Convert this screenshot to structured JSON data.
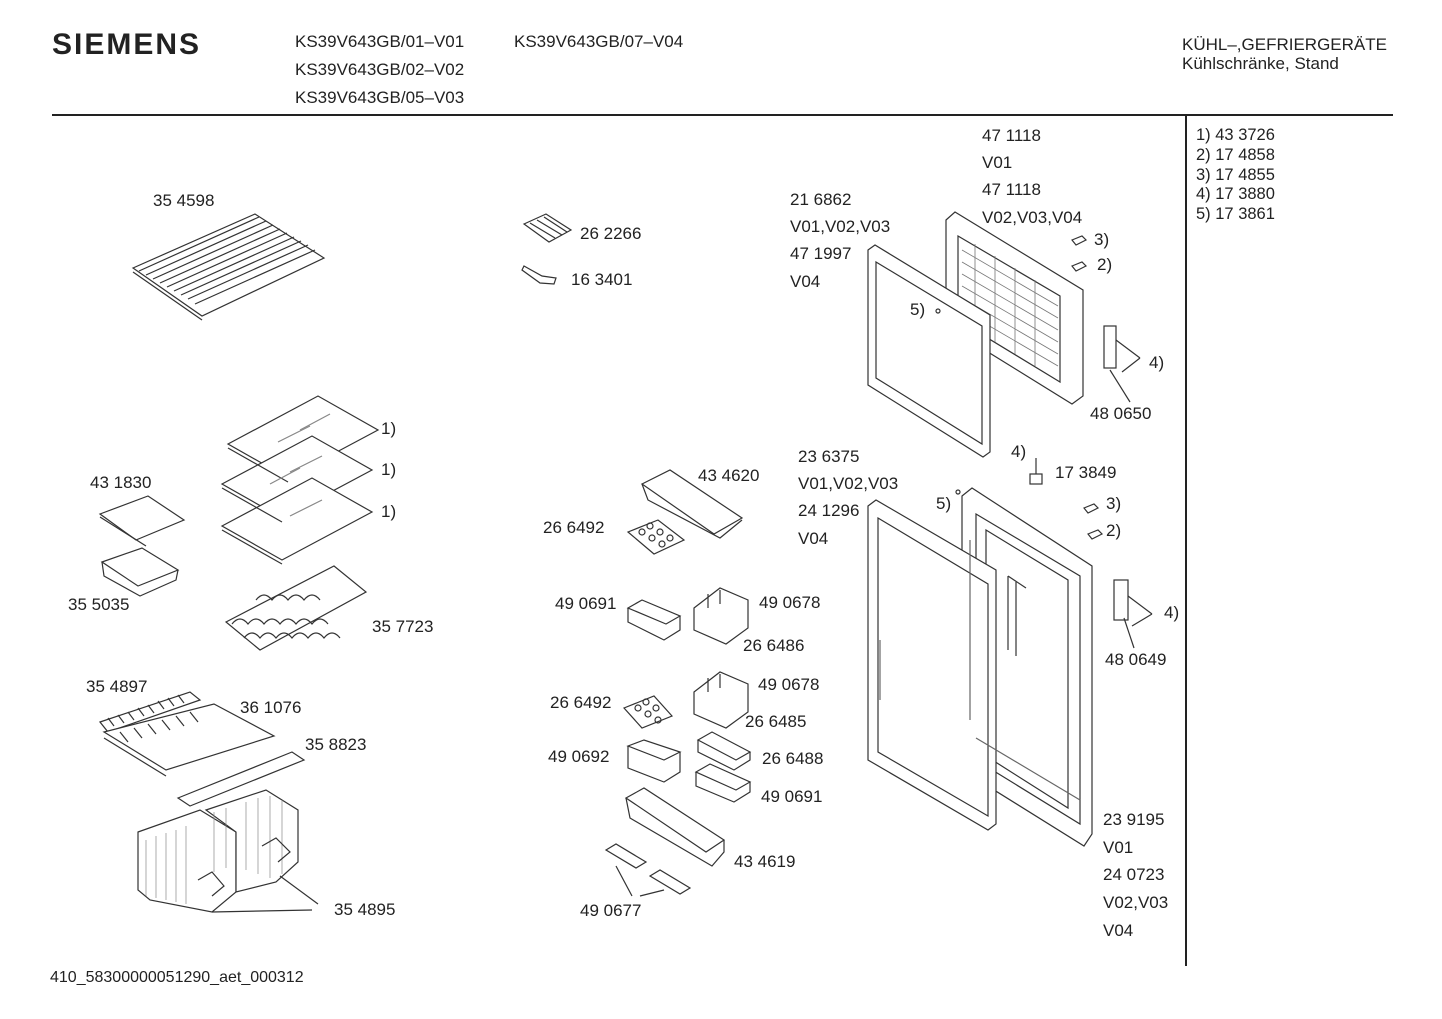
{
  "header": {
    "brand": "SIEMENS",
    "models": [
      "KS39V643GB/01–V01",
      "KS39V643GB/02–V02",
      "KS39V643GB/05–V03",
      "KS39V643GB/07–V04"
    ],
    "category_line1": "KÜHL–,GEFRIERGERÄTE",
    "category_line2": "Kühlschränke, Stand"
  },
  "legend": [
    "1) 43 3726",
    "2) 17 4858",
    "3) 17 4855",
    "4) 17 3880",
    "5) 17 3861"
  ],
  "labels": {
    "wire_shelf": "35 4598",
    "ice_tray": "26 2266",
    "scoop": "16 3401",
    "fz_gasket_a": "21 6862",
    "fz_gasket_a_var": "V01,V02,V03",
    "fz_gasket_b": "47 1997",
    "fz_gasket_b_var": "V04",
    "fz_door_a": "47 1118",
    "fz_door_a_var": "V01",
    "fz_door_b": "47 1118",
    "fz_door_b_var": "V02,V03,V04",
    "fz_ref3": "3)",
    "fz_ref2": "2)",
    "fz_ref5": "5)",
    "fz_ref4": "4)",
    "fz_hinge": "48 0650",
    "glass_ref_1": "1)",
    "glass_ref_2": "1)",
    "glass_ref_3": "1)",
    "chill_cover": "43 1830",
    "chill_tray": "35 5035",
    "bottle_rack": "35 7723",
    "vent_strip": "35 4897",
    "crisper_shelf": "36 1076",
    "crisper_glass": "35 8823",
    "crisper_bins": "35 4895",
    "egg_shelf": "43 4620",
    "egg_tray_top": "26 6492",
    "ref_door_gasket_a": "23 6375",
    "ref_door_gasket_a_var": "V01,V02,V03",
    "ref_door_gasket_b": "24 1296",
    "ref_door_gasket_b_var": "V04",
    "rf_ref4_top": "4)",
    "rf_pin": "17 3849",
    "rf_ref5": "5)",
    "rf_ref3": "3)",
    "rf_ref2": "2)",
    "rf_ref4": "4)",
    "rf_hinge": "48 0649",
    "box_490691_a": "49 0691",
    "box_490678_a": "49 0678",
    "lid_266486": "26 6486",
    "box_490678_b": "49 0678",
    "egg_tray_mid": "26 6492",
    "lid_266485": "26 6485",
    "box_490692": "49 0692",
    "lid_266488": "26 6488",
    "box_490691_b": "49 0691",
    "door_shelf_434619": "43 4619",
    "clips_490677": "49 0677",
    "ref_door_a": "23 9195",
    "ref_door_a_var": "V01",
    "ref_door_b": "24 0723",
    "ref_door_b_var": "V02,V03",
    "ref_door_c_var": "V04"
  },
  "footer": "410_58300000051290_aet_000312"
}
